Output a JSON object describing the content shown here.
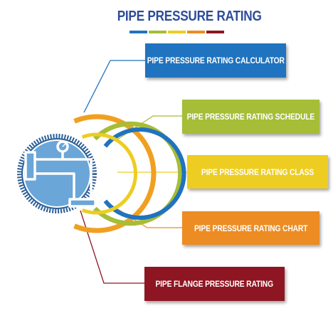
{
  "title": "PIPE PRESSURE RATING",
  "items": [
    {
      "label": "PIPE PRESSURE RATING CALCULATOR",
      "color": "#1f73bf"
    },
    {
      "label": "PIPE PRESSURE RATING SCHEDULE",
      "color": "#a6bd37"
    },
    {
      "label": "PIPE PRESSURE RATING CLASS",
      "color": "#edcd22"
    },
    {
      "label": "PIPE PRESSURE RATING CHART",
      "color": "#ec8c22"
    },
    {
      "label": "PIPE FLANGE PRESSURE RATING",
      "color": "#8e1622"
    }
  ],
  "colors": {
    "title": "#2d4c9a",
    "ring_outer": "#f0a020",
    "ring_green": "#a6bd37",
    "ring_blue": "#1f73bf",
    "ring_yellow": "#edcd22",
    "gear": "#2a5d96",
    "inner_fill": "#6aa6d8"
  },
  "icon": "pipe-with-pressure-gauge-icon"
}
